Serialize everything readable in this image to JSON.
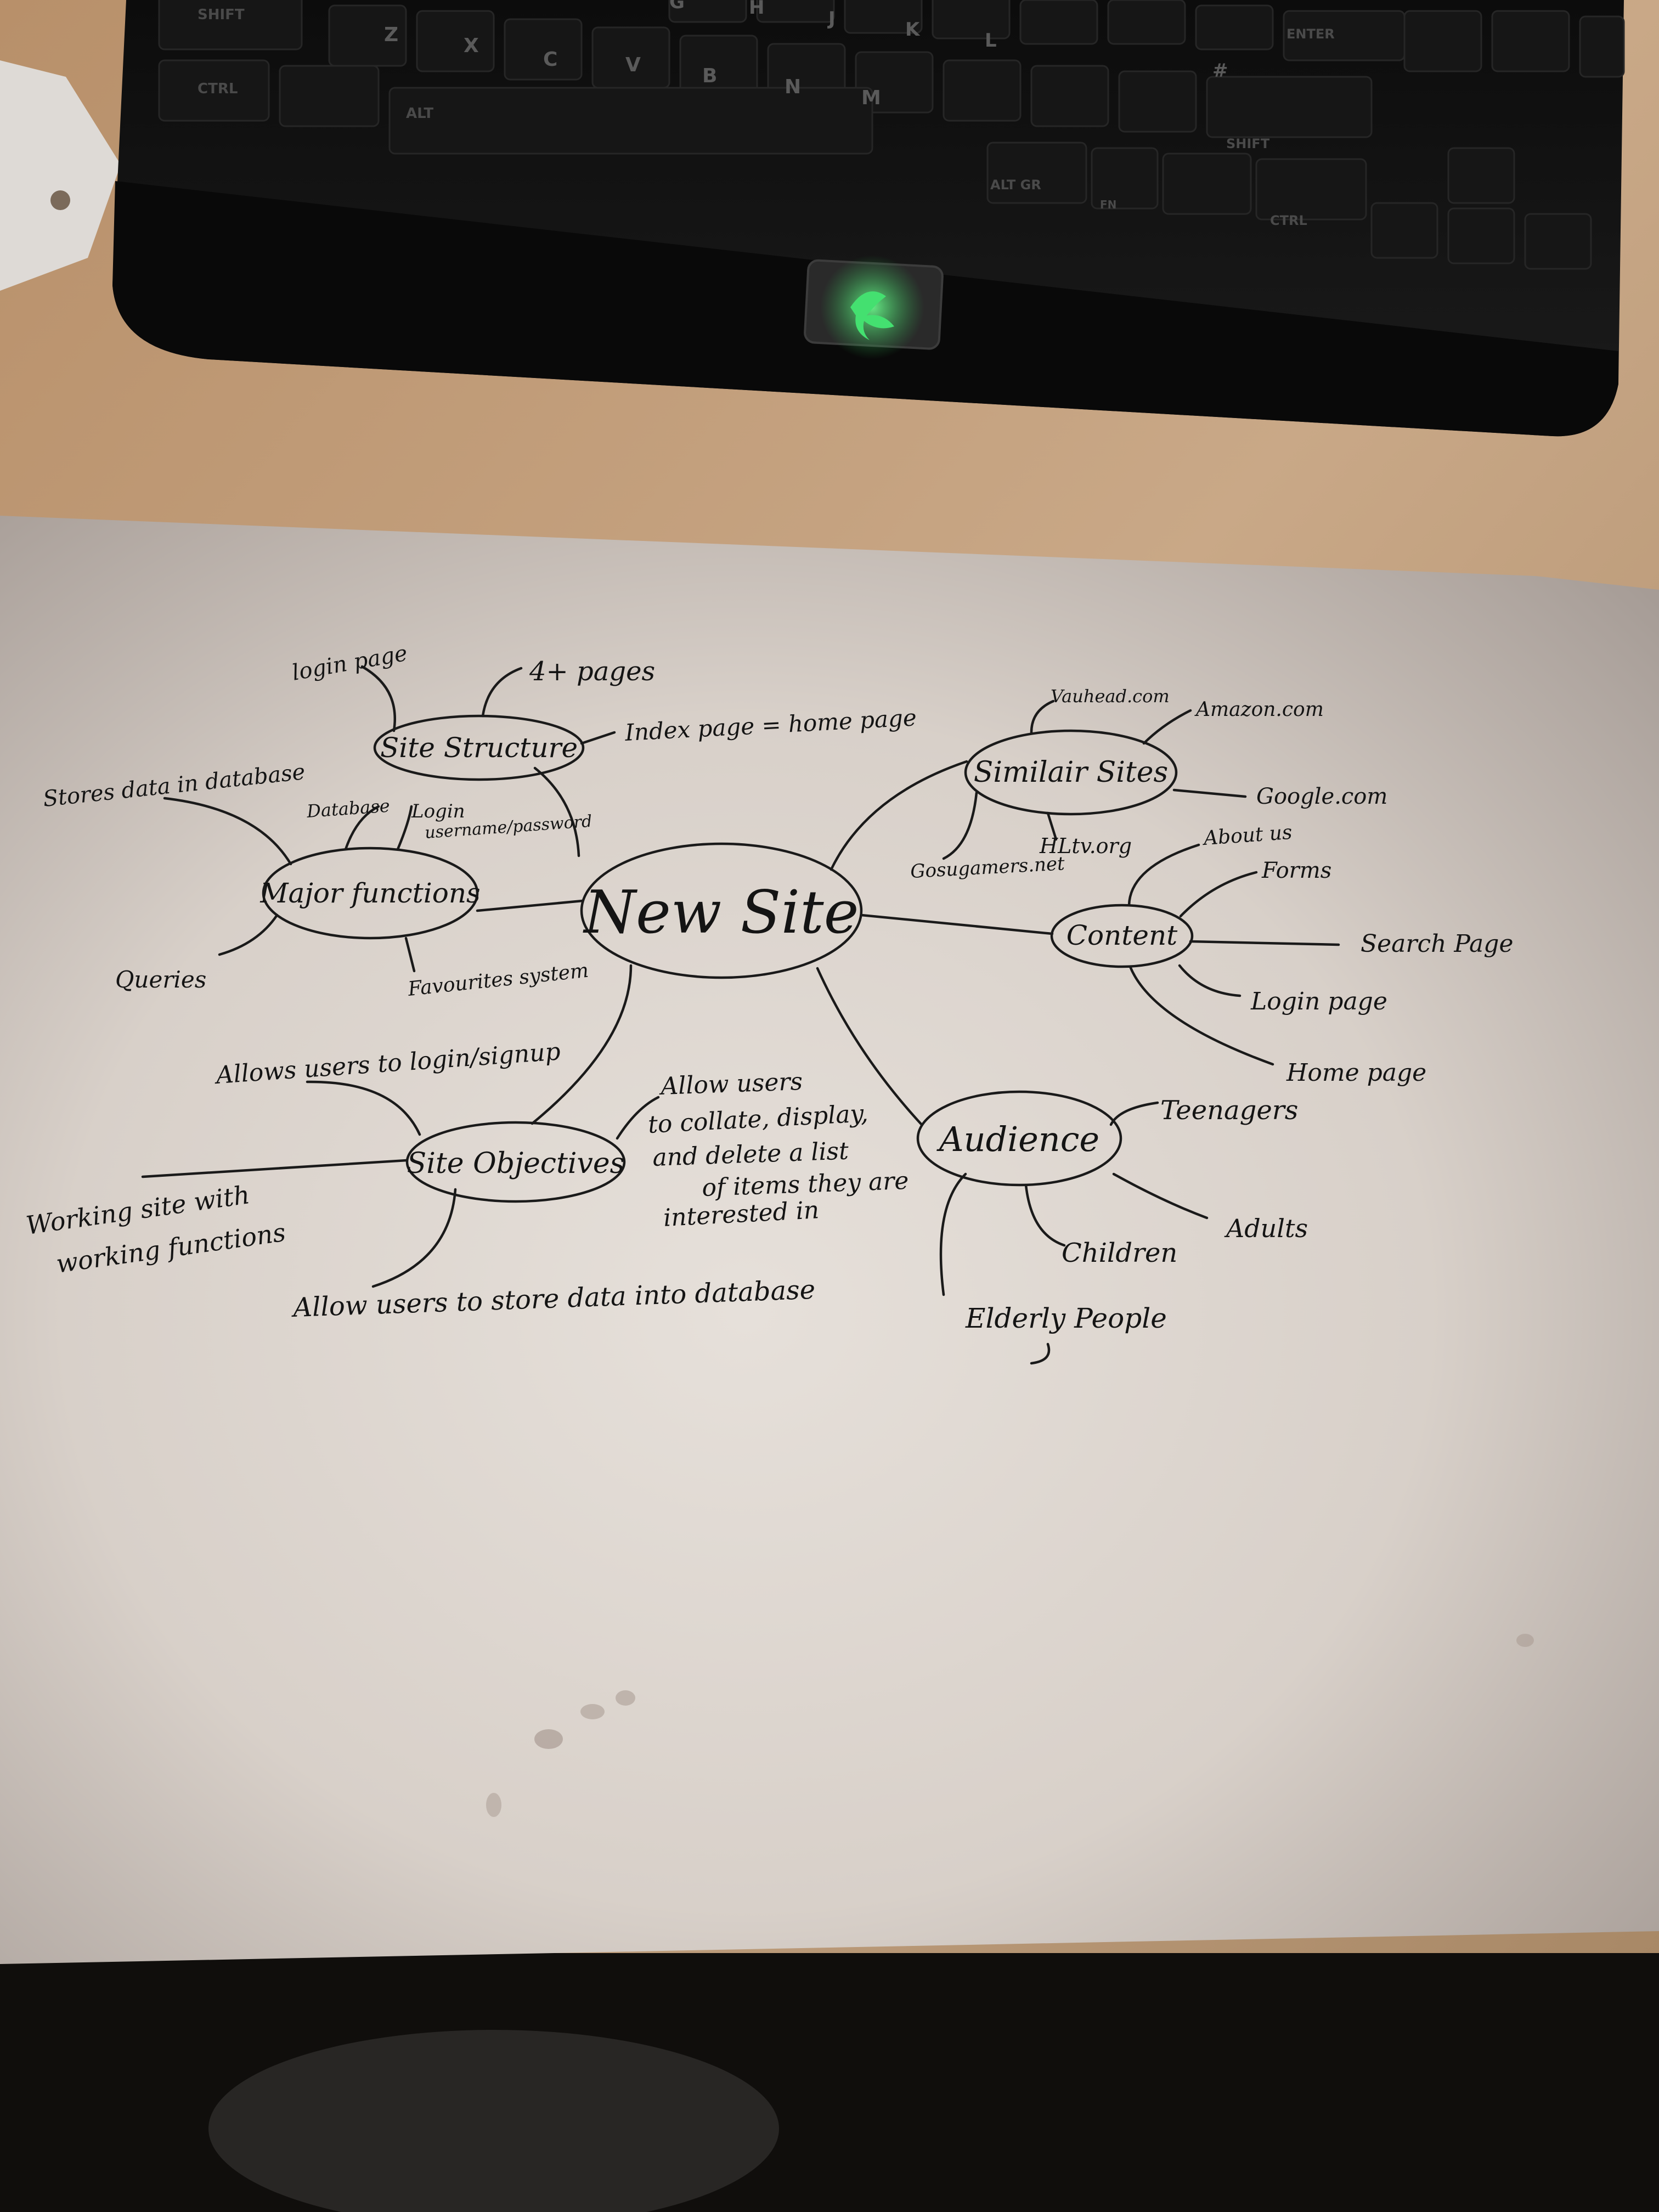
{
  "keyboard": {
    "keys": {
      "shift_left": "SHIFT",
      "ctrl_left": "CTRL",
      "alt_left": "ALT",
      "z": "Z",
      "x": "X",
      "c": "C",
      "v": "V",
      "b": "B",
      "n": "N",
      "m": "M",
      "g": "G",
      "h": "H",
      "j": "J",
      "k": "K",
      "l": "L",
      "enter": "ENTER",
      "shift_right": "SHIFT",
      "alt_gr": "ALT GR",
      "fn": "FN",
      "ctrl_right": "CTRL",
      "hash": "#"
    },
    "logo_icon": "razer-snake-logo",
    "logo_color": "#3fdc6a"
  },
  "mindmap": {
    "center": "New Site",
    "branches": {
      "site_structure": {
        "label": "Site Structure",
        "leaves": [
          "login page",
          "4+ pages",
          "Index page = home page"
        ]
      },
      "major_functions": {
        "label": "Major functions",
        "leaves": [
          "Stores data in database",
          "Database",
          "Login",
          "username/password",
          "Queries",
          "Favourites system"
        ]
      },
      "site_objectives": {
        "label": "Site Objectives",
        "leaves": [
          "Allows users to login/signup",
          "Allow users",
          "to collate, display,",
          "and delete a list",
          "of items they are",
          "interested in",
          "Working site with",
          "working functions",
          "Allow users to store data into database"
        ]
      },
      "similar_sites": {
        "label": "Similair Sites",
        "leaves": [
          "Vauhead.com",
          "Amazon.com",
          "Google.com",
          "Gosugamers.net",
          "HLtv.org"
        ]
      },
      "content": {
        "label": "Content",
        "leaves": [
          "About us",
          "Forms",
          "Search Page",
          "Login page",
          "Home page"
        ]
      },
      "audience": {
        "label": "Audience",
        "leaves": [
          "Teenagers",
          "Adults",
          "Children",
          "Elderly People"
        ]
      }
    }
  },
  "colors": {
    "desk": "#c8a98a",
    "paper": "#e2dcd6",
    "keyboard": "#141414",
    "ink": "#1a1a1a"
  }
}
